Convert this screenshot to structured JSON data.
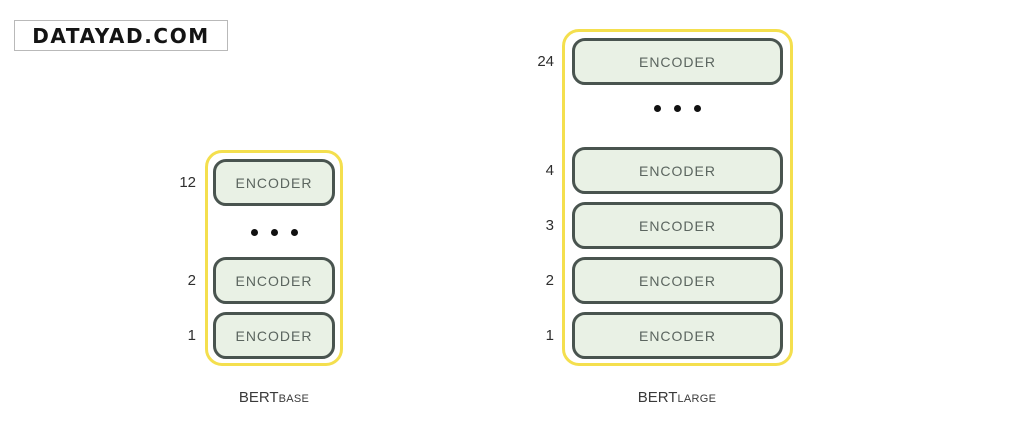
{
  "watermark": {
    "text": "DATAYAD.COM"
  },
  "colors": {
    "frame_yellow": "#f4df4e",
    "encoder_fill": "#e9f1e5",
    "encoder_border": "#49544f",
    "encoder_text": "#5b655f",
    "number_text": "#2e2e2e",
    "background": "#ffffff"
  },
  "diagram": {
    "type": "stack-diagram",
    "stacks": [
      {
        "id": "bert-base",
        "caption_main": "BERT",
        "caption_sub": "BASE",
        "total_layers": 12,
        "rows": [
          {
            "kind": "encoder",
            "number": "12",
            "label": "ENCODER"
          },
          {
            "kind": "ellipsis",
            "number": "",
            "label": ""
          },
          {
            "kind": "encoder",
            "number": "2",
            "label": "ENCODER"
          },
          {
            "kind": "encoder",
            "number": "1",
            "label": "ENCODER"
          }
        ]
      },
      {
        "id": "bert-large",
        "caption_main": "BERT",
        "caption_sub": "LARGE",
        "total_layers": 24,
        "rows": [
          {
            "kind": "encoder",
            "number": "24",
            "label": "ENCODER"
          },
          {
            "kind": "ellipsis",
            "number": "",
            "label": ""
          },
          {
            "kind": "encoder",
            "number": "4",
            "label": "ENCODER"
          },
          {
            "kind": "encoder",
            "number": "3",
            "label": "ENCODER"
          },
          {
            "kind": "encoder",
            "number": "2",
            "label": "ENCODER"
          },
          {
            "kind": "encoder",
            "number": "1",
            "label": "ENCODER"
          }
        ]
      }
    ]
  }
}
